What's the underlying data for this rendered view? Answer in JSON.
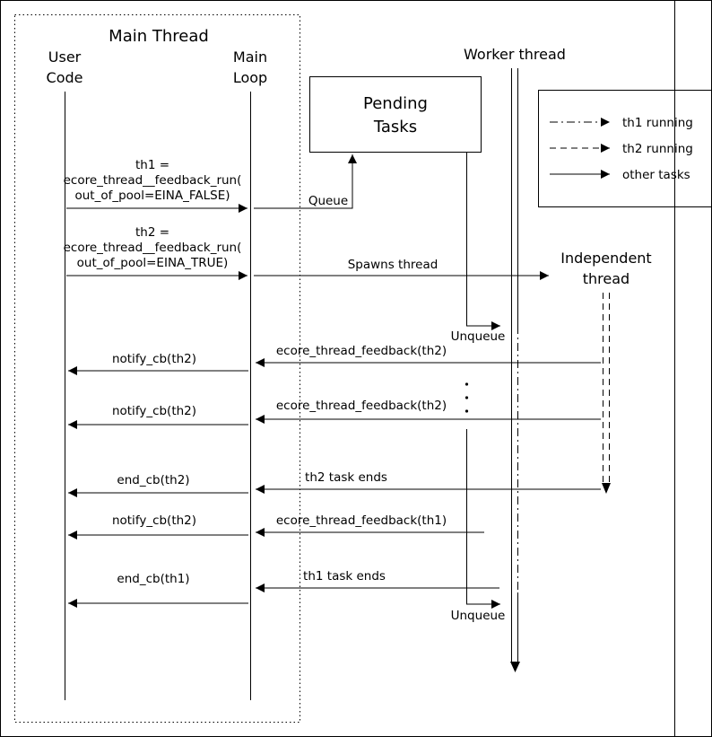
{
  "colors": {
    "ink": "#000000",
    "background": "#ffffff"
  },
  "main_thread": {
    "title": "Main Thread"
  },
  "lifelines": {
    "user_code": {
      "line1": "User",
      "line2": "Code"
    },
    "main_loop": {
      "line1": "Main",
      "line2": "Loop"
    },
    "worker_thread": {
      "label": "Worker thread"
    },
    "independent_thread": {
      "line1": "Independent",
      "line2": "thread"
    }
  },
  "pending_tasks": {
    "line1": "Pending",
    "line2": "Tasks"
  },
  "legend": {
    "th1_running": "th1 running",
    "th2_running": "th2 running",
    "other_tasks": "other tasks"
  },
  "messages": {
    "call_th1": {
      "line1": "th1 =",
      "line2": "ecore_thread__feedback_run(",
      "line3": "out_of_pool=EINA_FALSE)"
    },
    "queue": "Queue",
    "call_th2": {
      "line1": "th2 =",
      "line2": "ecore_thread__feedback_run(",
      "line3": "out_of_pool=EINA_TRUE)"
    },
    "spawns_thread": "Spawns thread",
    "unqueue_top": "Unqueue",
    "feedback_th2_first": "ecore_thread_feedback(th2)",
    "notify_cb_first": "notify_cb(th2)",
    "feedback_th2_second": "ecore_thread_feedback(th2)",
    "notify_cb_second": "notify_cb(th2)",
    "th2_task_ends": "th2 task ends",
    "end_cb_th2": "end_cb(th2)",
    "feedback_th1": "ecore_thread_feedback(th1)",
    "notify_cb_third": "notify_cb(th2)",
    "th1_task_ends": "th1 task ends",
    "end_cb_th1": "end_cb(th1)",
    "unqueue_bottom": "Unqueue"
  }
}
